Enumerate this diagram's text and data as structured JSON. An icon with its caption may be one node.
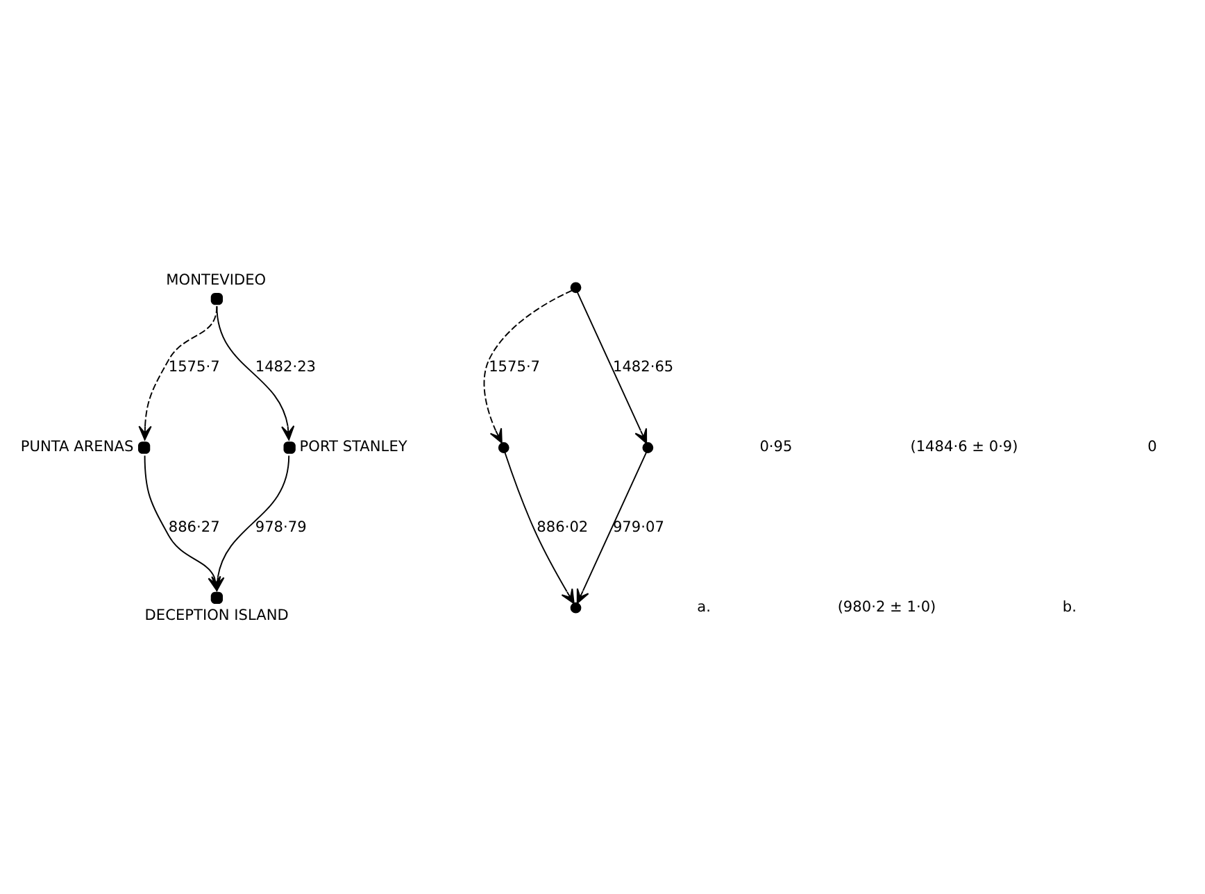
{
  "diagram": {
    "nodes": [
      {
        "text": [],
        "shape": "circle",
        "beside": [
          "MONTEVIDEO"
        ]
      },
      {
        "text": [],
        "shape": "circle",
        "beside": [
          "PORT STANLEY"
        ]
      },
      {
        "text": [],
        "shape": "circle",
        "beside": [
          "PUNTA ARENAS"
        ]
      },
      {
        "text": [],
        "shape": "circle",
        "beside": [
          "DECEPTION ISLAND"
        ]
      },
      {
        "text": [],
        "shape": "circle"
      },
      {
        "text": [],
        "shape": "circle"
      },
      {
        "text": [],
        "shape": "circle"
      },
      {
        "text": [],
        "shape": "circle"
      }
    ],
    "edges": [
      {
        "from": 0,
        "to": 2,
        "arrow": "to",
        "label": "1575·7",
        "style": "dashed"
      },
      {
        "from": 0,
        "to": 1,
        "arrow": "to",
        "label": "1482·23"
      },
      {
        "from": 1,
        "to": 3,
        "arrow": "to",
        "label": "978·79"
      },
      {
        "from": 2,
        "to": 3,
        "arrow": "to",
        "label": "886·27"
      },
      {
        "from": 4,
        "to": 6,
        "arrow": "to",
        "label": "1575·7",
        "style": "dashed"
      },
      {
        "from": 4,
        "to": 5,
        "arrow": "to",
        "label": "1482·65"
      },
      {
        "from": 5,
        "to": 7,
        "arrow": "to",
        "label": "979·07"
      },
      {
        "from": 6,
        "to": 7,
        "arrow": "to",
        "label": "886·02"
      }
    ],
    "labels": [
      "0·95",
      "a.",
      "(1484·6 ± 0·9)",
      "0",
      "(980·2 ± 1·0)",
      "b."
    ]
  }
}
